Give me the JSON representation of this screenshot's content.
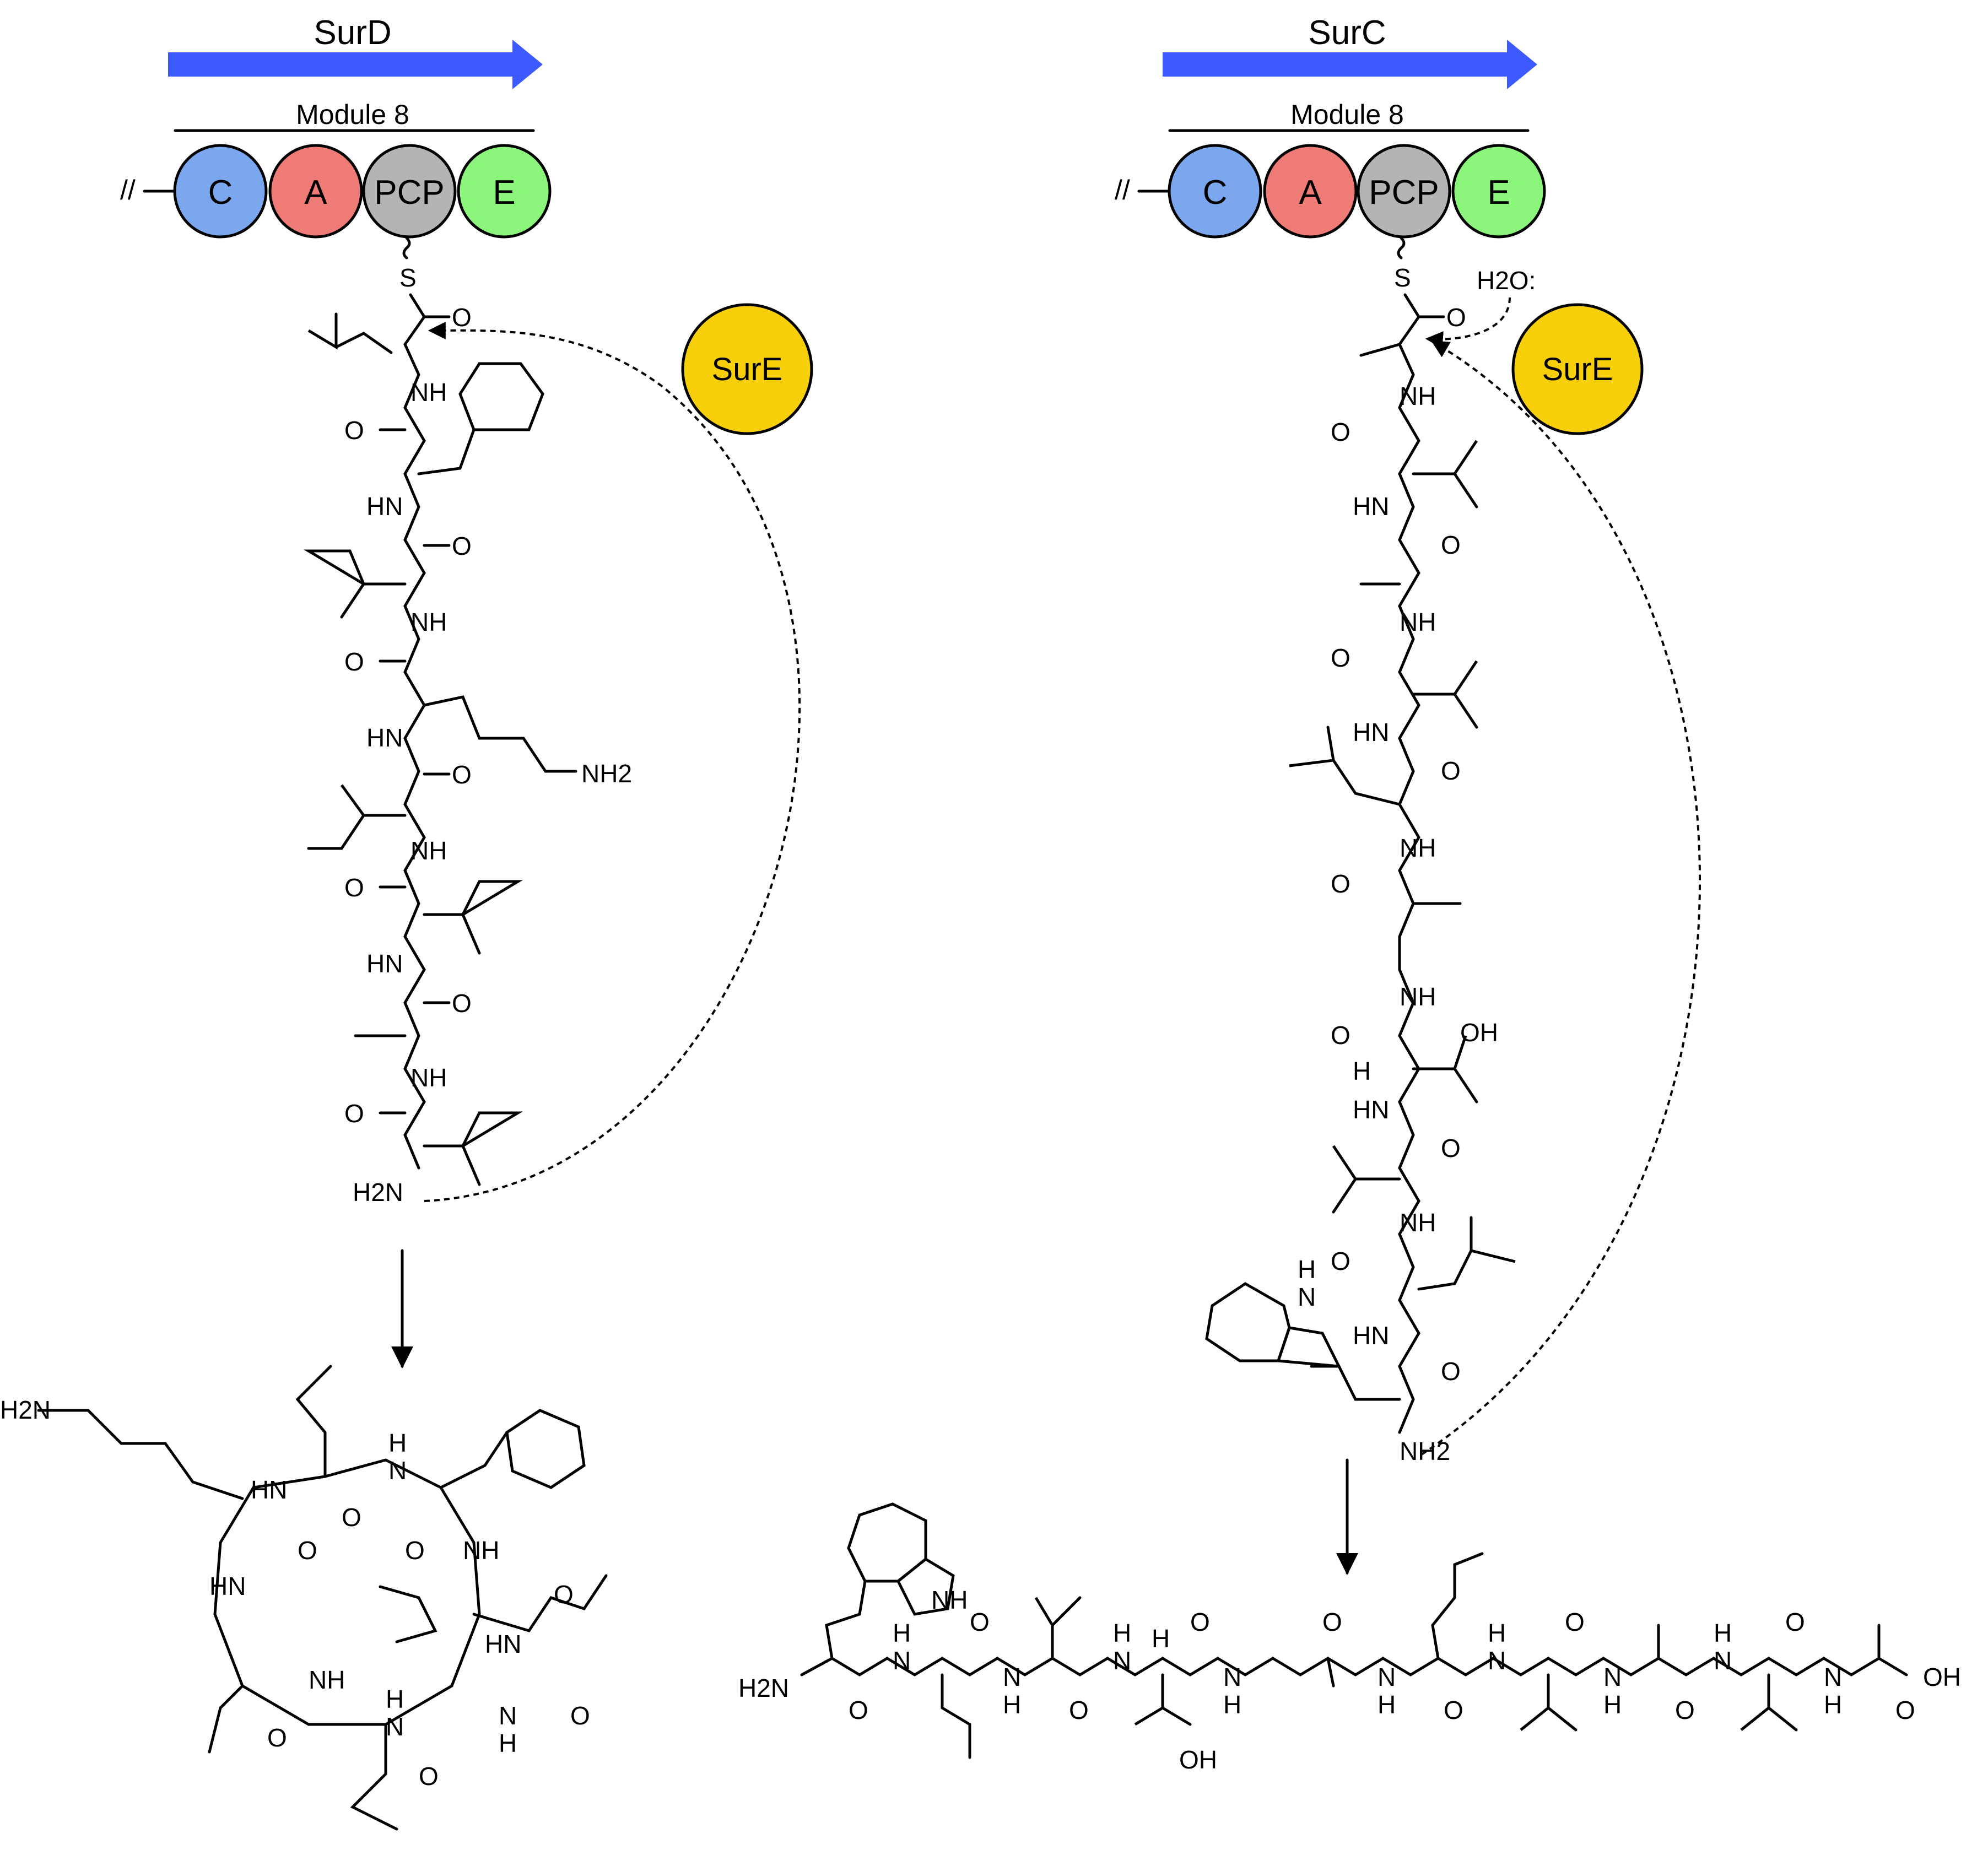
{
  "genes": {
    "left": "SurD",
    "right": "SurC"
  },
  "module_label": "Module 8",
  "domains": {
    "break_mark": "//",
    "c": "C",
    "a": "A",
    "pcp": "PCP",
    "e": "E"
  },
  "sure_label": "SurE",
  "water_label": "H2O:",
  "atoms": {
    "s": "S",
    "o": "O",
    "nh": "NH",
    "hn": "HN",
    "h": "H",
    "n": "N",
    "nh2_right": "NH2",
    "h2n_left": "H2N",
    "oh": "OH"
  },
  "colors": {
    "gene_arrow": "#3d5afe",
    "c_domain": "#7ba7ef",
    "a_domain": "#ef7b76",
    "pcp_domain": "#b4b4b4",
    "e_domain": "#8bf57c",
    "sure": "#f7cf0a"
  }
}
